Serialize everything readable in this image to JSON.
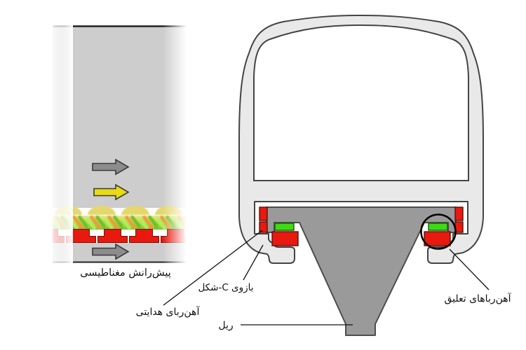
{
  "diagram": {
    "type": "maglev-train-cross-section",
    "panel_left": {
      "caption": "پیش‌رانش مغناطیسی",
      "arrows": [
        "gray-right-arrow",
        "yellow-right-arrow",
        "gray-right-arrow"
      ]
    },
    "labels": {
      "c_arm": "بازوی C-شکل",
      "guidance_magnet": "آهن‌ربای هدایتی",
      "suspension_magnets": "آهن‌رباهای تعلیق",
      "rail": "ریل"
    },
    "colors": {
      "body_gray": "#e9e9e9",
      "outline": "#444444",
      "guideway_gray": "#9a9a9a",
      "magnet_red": "#e8190f",
      "magnet_green": "#3ddc10",
      "arrow_gray": "#8c8c8c",
      "arrow_yellow": "#e9da12",
      "panel_gray": "#cdcdcd",
      "hump_yellow": "#e4d76c",
      "coil_green": "#8fdc3f",
      "coil_orange": "#f09a3a",
      "annotation_black": "#000000"
    }
  }
}
